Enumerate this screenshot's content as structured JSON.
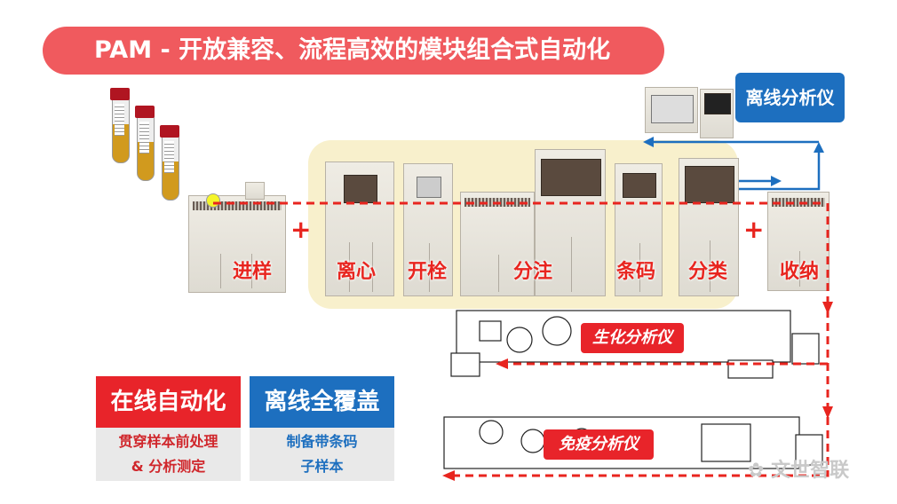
{
  "title": "PAM - 开放兼容、流程高效的模块组合式自动化",
  "modules": {
    "input": "进样",
    "centrifuge": "离心",
    "decap": "开栓",
    "aliquot": "分注",
    "barcode": "条码",
    "sort": "分类",
    "storage": "收纳"
  },
  "plus_sign": "+",
  "analyzers": {
    "offline": "离线分析仪",
    "biochem": "生化分析仪",
    "immuno": "免疫分析仪"
  },
  "panels": {
    "online": {
      "title": "在线自动化",
      "line1": "贯穿样本前处理",
      "line2": "& 分析测定"
    },
    "offline": {
      "title": "离线全覆盖",
      "line1": "制备带条码",
      "line2": "子样本"
    }
  },
  "watermark": "文世智联",
  "colors": {
    "accent_red": "#e8251f",
    "title_bg": "#f05a5e",
    "blue": "#1d6fbf",
    "workcell_bg": "#f8f0cc"
  }
}
